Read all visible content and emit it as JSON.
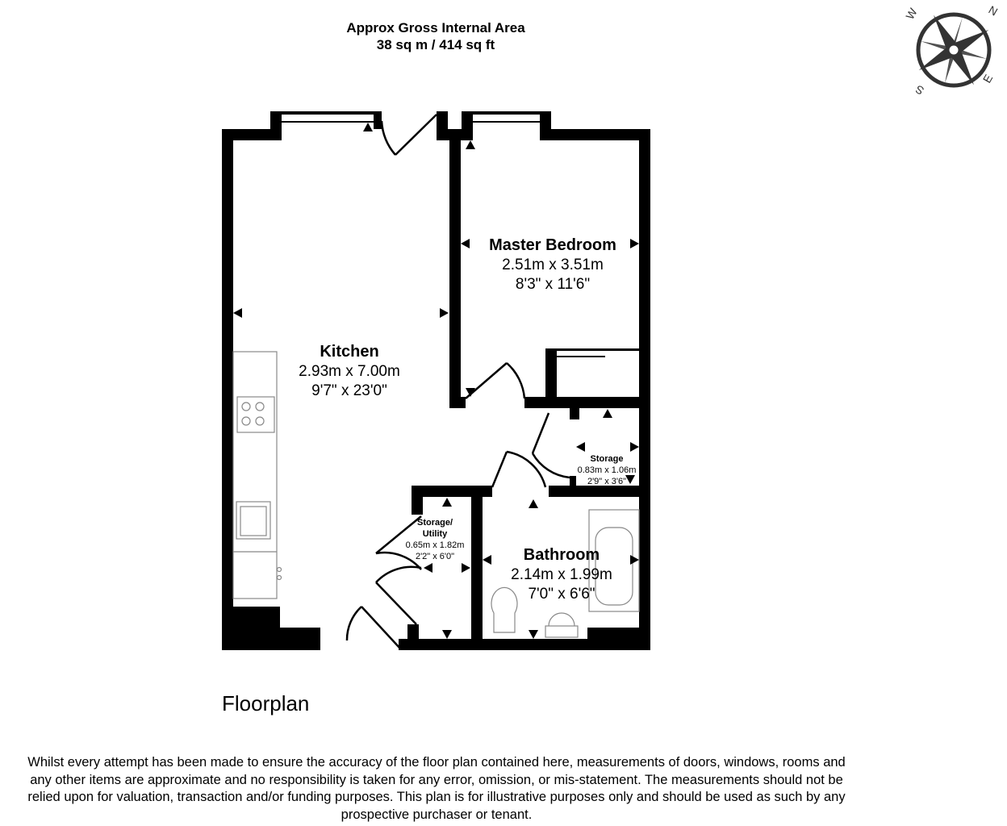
{
  "header": {
    "area_title": "Approx Gross Internal Area",
    "area_value": "38 sq m / 414 sq ft"
  },
  "compass": {
    "icon": "compass-rose-icon",
    "n": "N",
    "e": "E",
    "s": "S",
    "w": "W"
  },
  "rooms": {
    "kitchen": {
      "name": "Kitchen",
      "metric": "2.93m x 7.00m",
      "imperial": "9'7\" x 23'0\""
    },
    "master_bedroom": {
      "name": "Master Bedroom",
      "metric": "2.51m x 3.51m",
      "imperial": "8'3\" x 11'6\""
    },
    "bathroom": {
      "name": "Bathroom",
      "metric": "2.14m x 1.99m",
      "imperial": "7'0\" x 6'6\""
    },
    "storage": {
      "name": "Storage",
      "metric": "0.83m x 1.06m",
      "imperial": "2'9\" x 3'6\""
    },
    "storage_utility": {
      "name_line1": "Storage/",
      "name_line2": "Utility",
      "metric": "0.65m x 1.82m",
      "imperial": "2'2\" x 6'0\""
    }
  },
  "plan_title": "Floorplan",
  "disclaimer": {
    "line1": "Whilst every attempt has been made to ensure the accuracy of the floor plan contained here, measurements of doors, windows, rooms and",
    "line2": "any other items are approximate and no responsibility is taken for any error, omission, or mis-statement. The measurements should not be",
    "line3": "relied upon for valuation, transaction and/or funding purposes. This plan is for illustrative purposes only and should be used as such by any",
    "line4": "prospective purchaser or tenant."
  }
}
